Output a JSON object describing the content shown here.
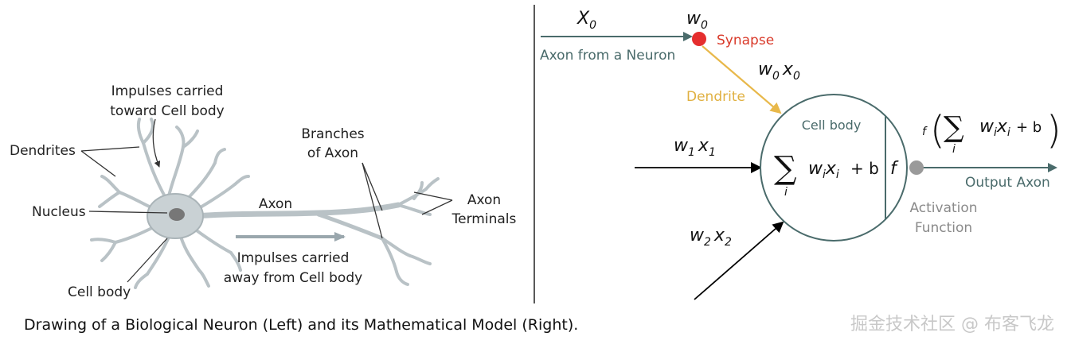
{
  "left_diagram": {
    "labels": {
      "impulses_toward": [
        "Impulses carried",
        "toward Cell body"
      ],
      "dendrites": "Dendrites",
      "nucleus": "Nucleus",
      "cell_body": "Cell body",
      "branches": [
        "Branches",
        "of Axon"
      ],
      "axon": "Axon",
      "axon_terminals": [
        "Axon",
        "Terminals"
      ],
      "impulses_away": [
        "Impulses carried",
        "away from Cell body"
      ]
    }
  },
  "right_diagram": {
    "x0": "X",
    "x0_sub": "0",
    "w0": "w",
    "w0_sub": "0",
    "synapse": "Synapse",
    "axon_from_neuron": "Axon from a Neuron",
    "w0x0": [
      "w",
      "0",
      "x",
      "0"
    ],
    "dendrite": "Dendrite",
    "w1x1": [
      "w",
      "1",
      "x",
      "1"
    ],
    "w2x2": [
      "w",
      "2",
      "x",
      "2"
    ],
    "cell_body": "Cell body",
    "sum_symbol": "∑",
    "sum_index": "i",
    "sum_term": [
      "w",
      "i",
      "x",
      "i"
    ],
    "plus_b": "+  b",
    "f_label": "f",
    "output_f": "f",
    "output_plus_b": "+ b",
    "output_axon": "Output Axon",
    "activation_function": [
      "Activation",
      "Function"
    ]
  },
  "colors": {
    "synapse_dot": "#e52e2e",
    "synapse_text": "#d93a2a",
    "dendrite": "#e8b84a",
    "axon_arrow": "#4a6b6b",
    "gray_text": "#8a8a8a",
    "activation_dot": "#9a9a9a"
  },
  "caption": "Drawing of a Biological Neuron (Left) and its Mathematical Model (Right).",
  "watermark": "掘金技术社区 @ 布客飞龙"
}
